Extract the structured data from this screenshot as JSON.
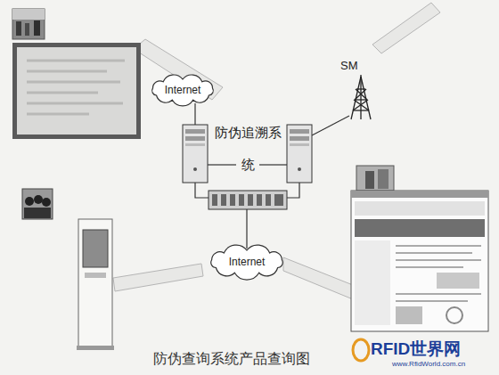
{
  "diagram": {
    "caption": "防伪查询系统产品查询图",
    "nodes": [
      {
        "text": [
          "Internet"
        ]
      },
      {
        "text": [
          "Internet"
        ]
      }
    ],
    "labels": [
      "SM",
      "防伪追溯系 统",
      "RFID世界网",
      "www.RfidWorld.com.cn"
    ]
  }
}
